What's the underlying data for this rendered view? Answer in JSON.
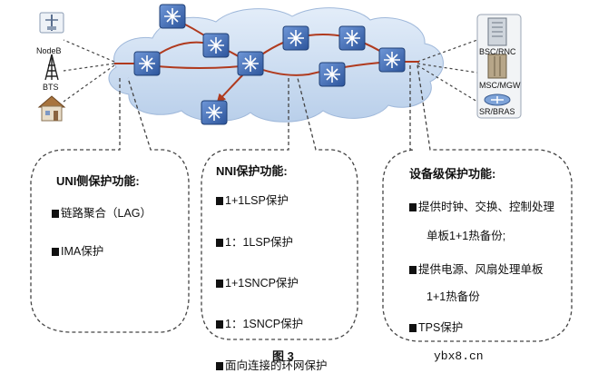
{
  "left_nodes": [
    "NodeB",
    "BTS"
  ],
  "right_nodes": [
    "BSC/RNC",
    "MSC/MGW",
    "SR/BRAS"
  ],
  "uni_box": {
    "title": "UNI侧保护功能:",
    "items": [
      "链路聚合（LAG）",
      "IMA保护"
    ]
  },
  "nni_box": {
    "title": "NNI保护功能:",
    "items": [
      "1+1LSP保护",
      "1：1LSP保护",
      "1+1SNCP保护",
      "1：1SNCP保护",
      "面向连接的环网保护"
    ]
  },
  "dev_box": {
    "title": "设备级保护功能:",
    "lines": [
      "提供时钟、交换、控制处理",
      "单板1+1热备份;",
      "提供电源、风扇处理单板",
      "1+1热备份",
      "TPS保护"
    ]
  },
  "figure_label": "图 3",
  "watermark": "ybx8.cn",
  "colors": {
    "cloud": "#c9dcf1",
    "link": "#b03a1e",
    "router": "#3f6fbf",
    "dash": "#444444"
  }
}
